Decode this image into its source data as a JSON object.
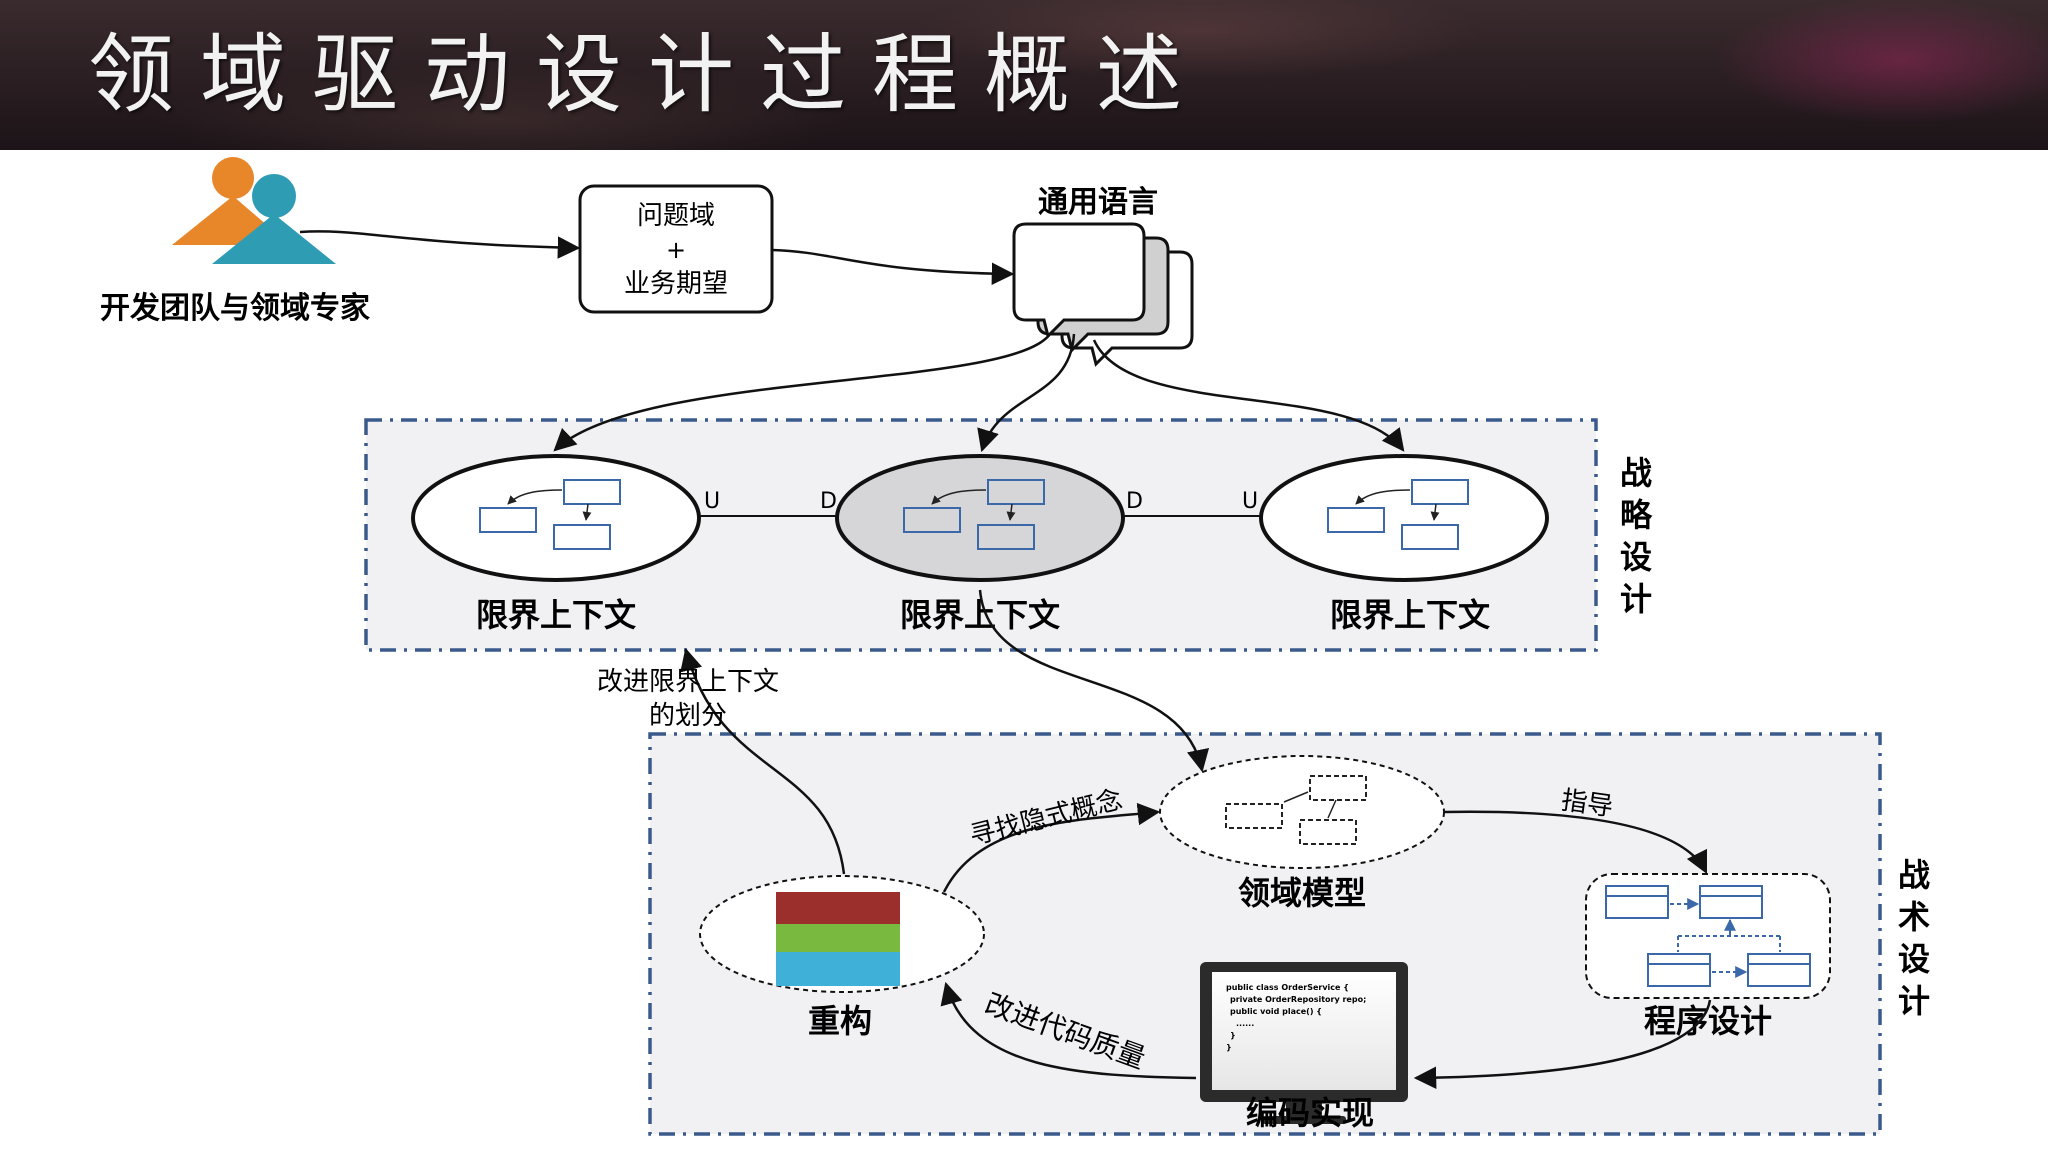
{
  "title": "领域驱动设计过程概述",
  "team_label": "开发团队与领域专家",
  "problem_box": {
    "line1": "问题域",
    "line2": "+",
    "line3": "业务期望"
  },
  "ubiquitous_language": "通用语言",
  "strategic": {
    "side_label": [
      "战",
      "略",
      "设",
      "计"
    ],
    "contexts": [
      {
        "label": "限界上下文"
      },
      {
        "label": "限界上下文"
      },
      {
        "label": "限界上下文"
      }
    ],
    "relations": {
      "u1": "U",
      "d1": "D",
      "d2": "D",
      "u2": "U"
    }
  },
  "tactical": {
    "side_label": [
      "战",
      "术",
      "设",
      "计"
    ],
    "domain_model": "领域模型",
    "program_design": "程序设计",
    "coding": "编码实现",
    "refactor": "重构",
    "arrows": {
      "find_concepts": "寻找隐式概念",
      "guide": "指导",
      "improve_quality": "改进代码质量",
      "improve_division_line1": "改进限界上下文",
      "improve_division_line2": "的划分"
    },
    "code_lines": [
      "public class OrderService {",
      "private OrderRepository repo;",
      "public void place() {",
      "......",
      "}",
      "}"
    ]
  },
  "colors": {
    "person_orange": "#e8862a",
    "person_teal": "#2e9db4",
    "dash_blue": "#3a5a8c",
    "box_blue": "#3b68a8",
    "refactor_red": "#9b2f2b",
    "refactor_green": "#79b940",
    "refactor_cyan": "#3fb0d8"
  }
}
